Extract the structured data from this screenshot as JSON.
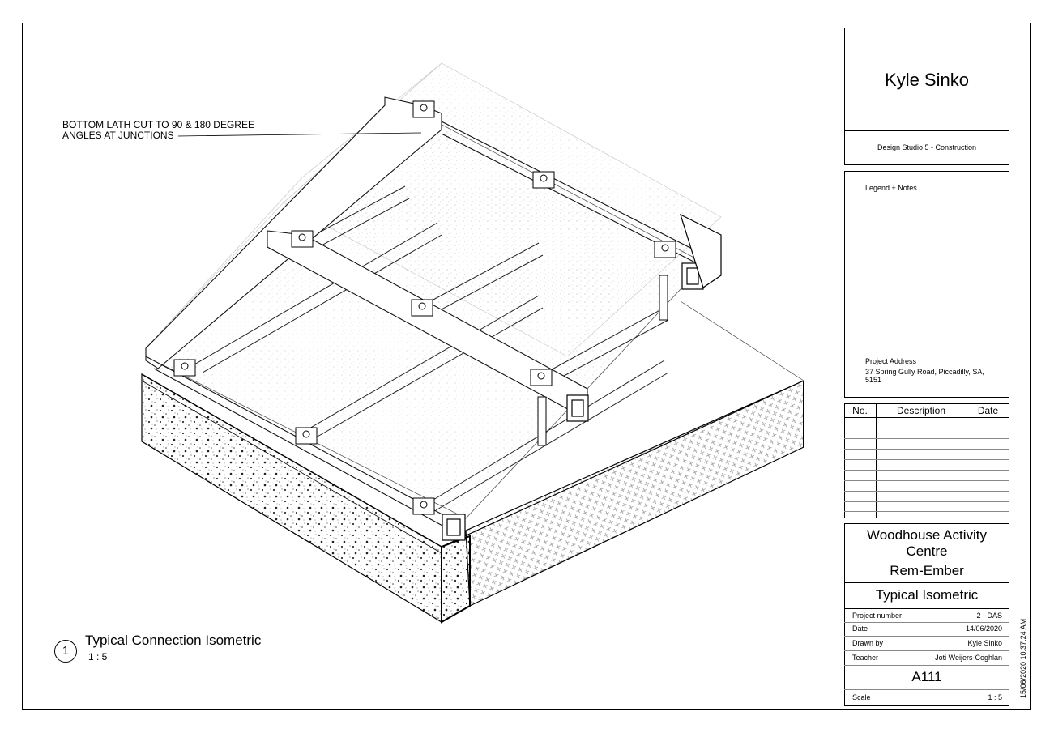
{
  "annotation": {
    "line1": "BOTTOM LATH CUT TO 90 & 180 DEGREE",
    "line2": "ANGLES AT JUNCTIONS"
  },
  "view_label": {
    "number": "1",
    "title": "Typical Connection Isometric",
    "scale": "1 : 5"
  },
  "title_block": {
    "designer": "Kyle Sinko",
    "course": "Design Studio 5 - Construction",
    "legend_heading": "Legend + Notes",
    "project_address_label": "Project Address",
    "project_address_line1": "37 Spring Gully Road, Piccadilly, SA,",
    "project_address_line2": "5151",
    "revisions": {
      "headers": {
        "no": "No.",
        "description": "Description",
        "date": "Date"
      },
      "rows": []
    },
    "project_name_line1": "Woodhouse Activity",
    "project_name_line2": "Centre",
    "subtitle": "Rem-Ember",
    "sheet_title": "Typical Isometric",
    "fields": {
      "project_number_label": "Project number",
      "project_number_value": "2 - DAS",
      "date_label": "Date",
      "date_value": "14/06/2020",
      "drawn_by_label": "Drawn by",
      "drawn_by_value": "Kyle Sinko",
      "teacher_label": "Teacher",
      "teacher_value": "Joti Weijers-Coghlan"
    },
    "sheet_number": "A111",
    "scale_label": "Scale",
    "scale_value": "1 : 5"
  },
  "print_stamp": "15/06/2020 10:37:24 AM"
}
